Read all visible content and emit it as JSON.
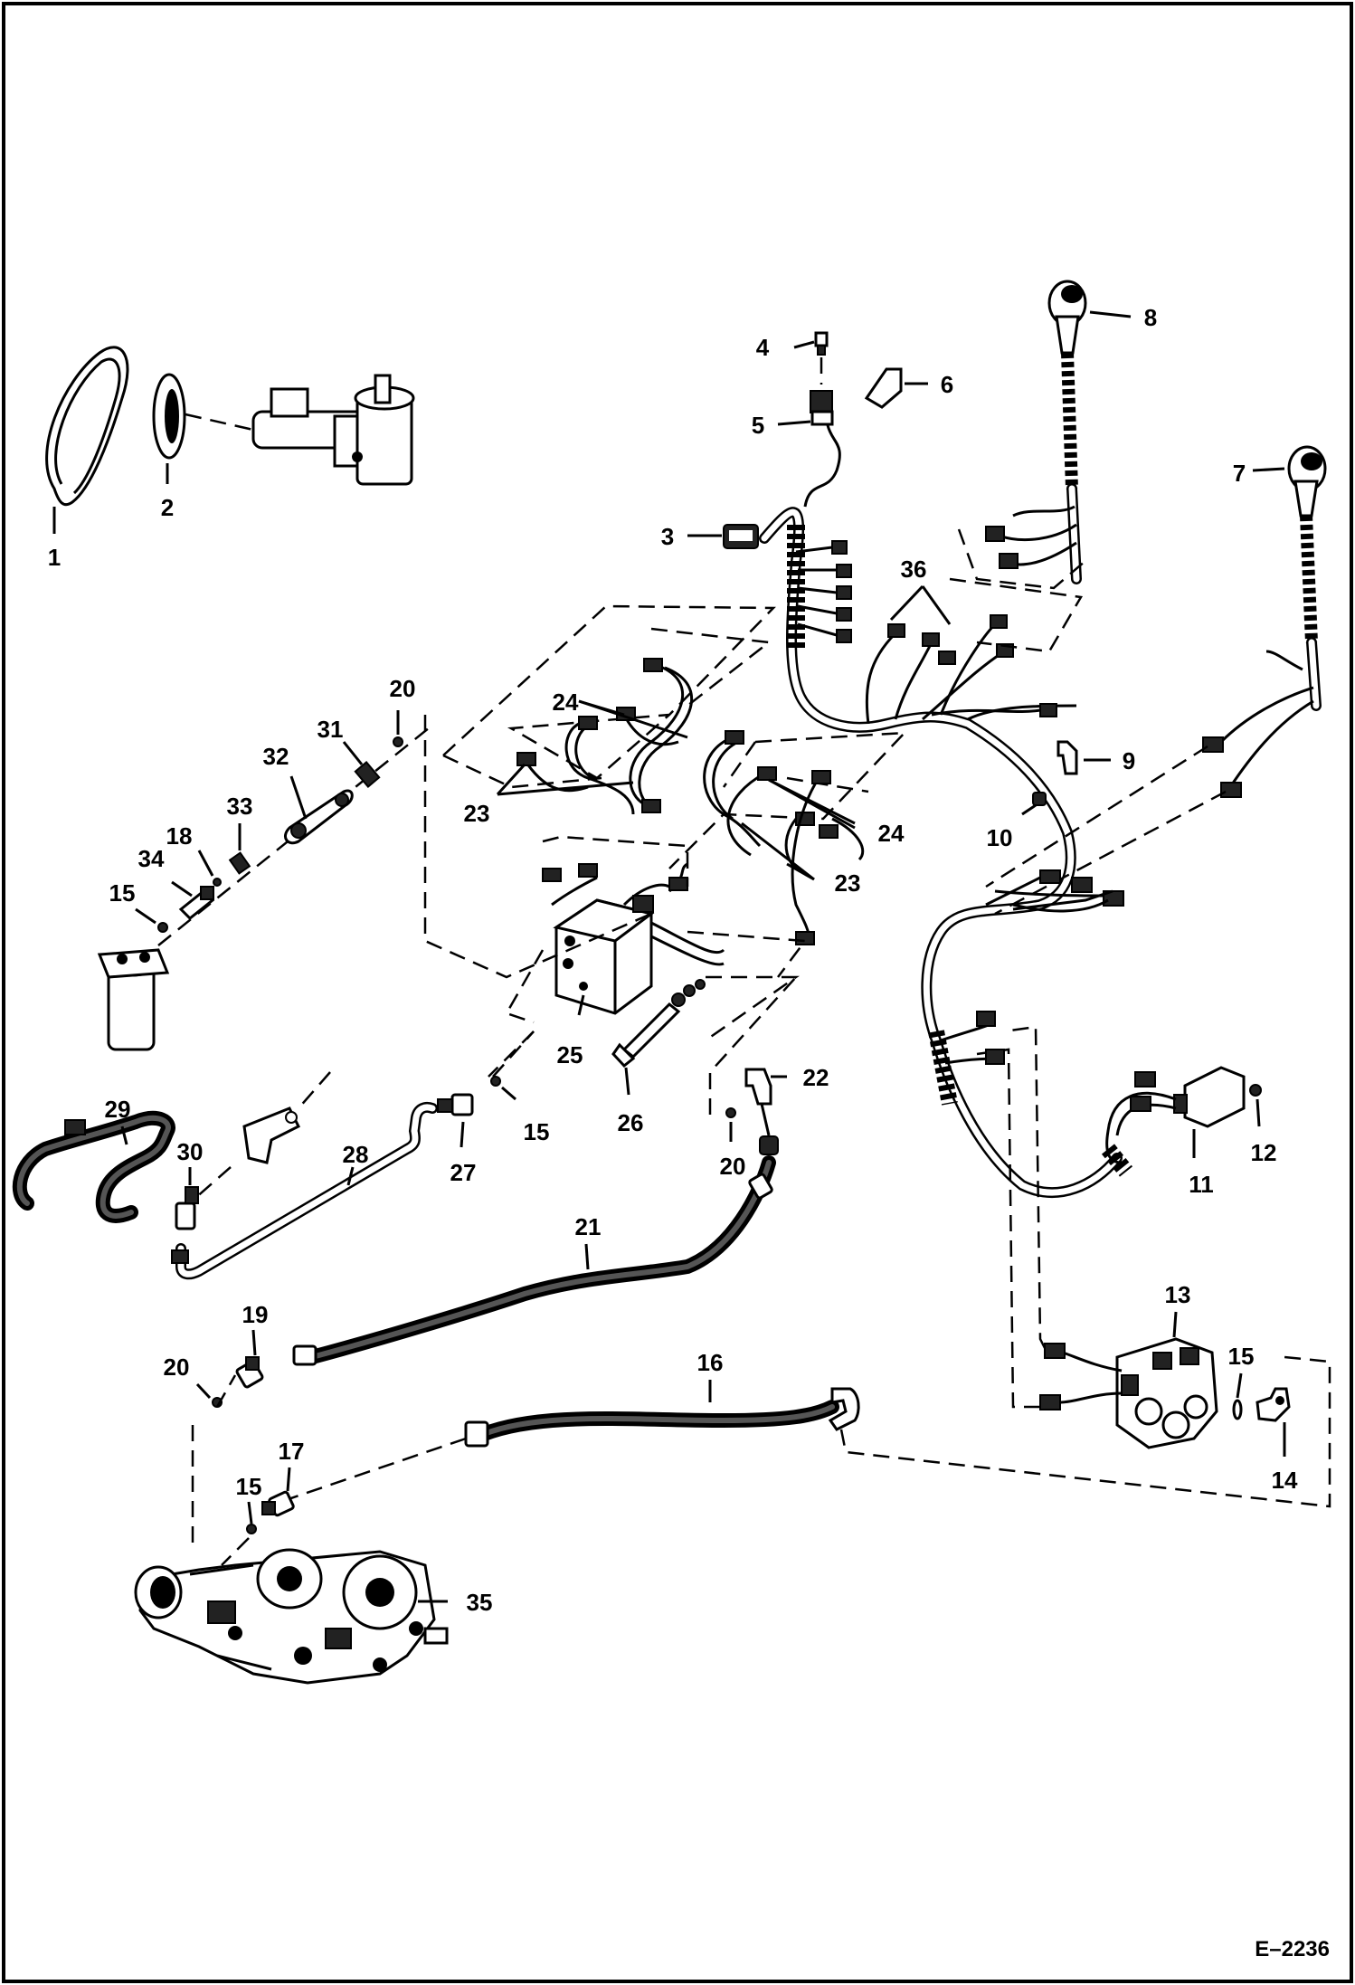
{
  "figure_ref": "E–2236",
  "callouts": [
    "1",
    "2",
    "3",
    "4",
    "5",
    "6",
    "7",
    "8",
    "9",
    "10",
    "11",
    "12",
    "13",
    "14",
    "15",
    "16",
    "17",
    "18",
    "19",
    "20",
    "21",
    "22",
    "23",
    "24",
    "25",
    "26",
    "27",
    "28",
    "29",
    "30",
    "31",
    "32",
    "33",
    "34",
    "35",
    "36"
  ]
}
